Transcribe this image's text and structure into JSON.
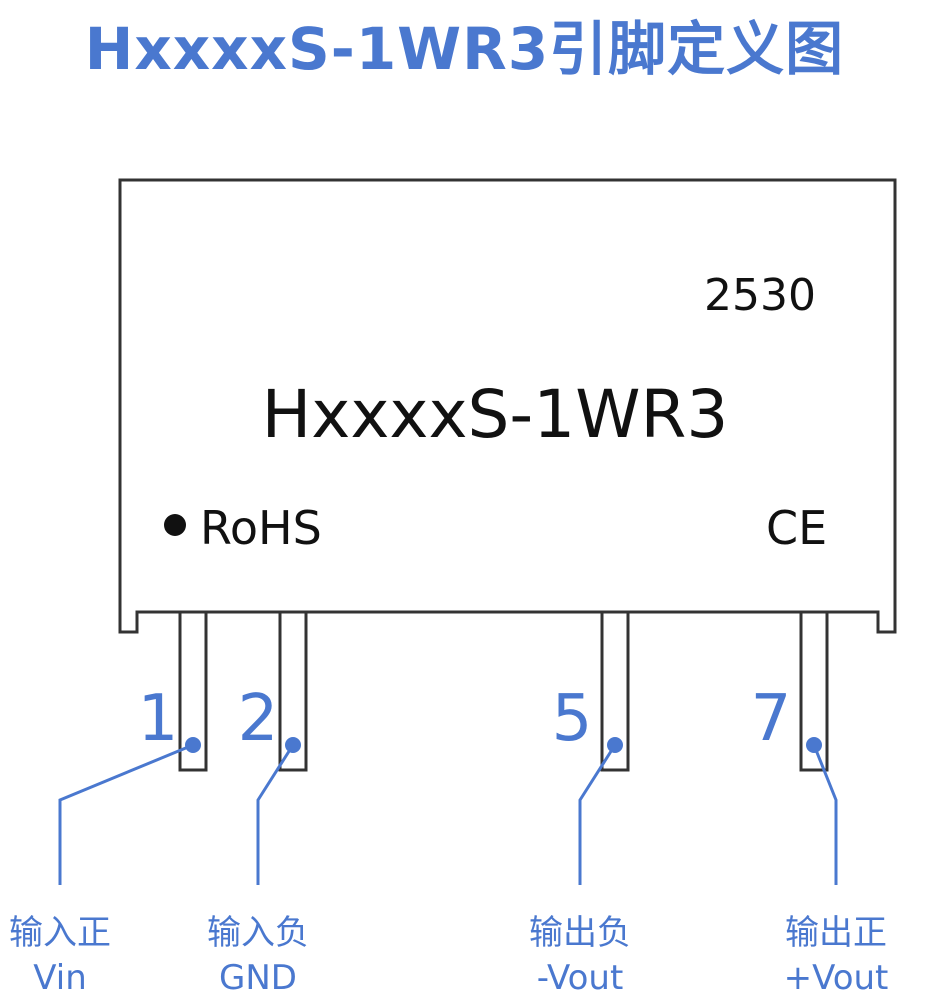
{
  "title": "HxxxxS-1WR3引脚定义图",
  "module": {
    "date_code": "2530",
    "model": "HxxxxS-1WR3",
    "rohs_label": "RoHS",
    "ce_label": "CE"
  },
  "pins": [
    {
      "number": "1",
      "name_cn": "输入正",
      "name_en": "Vin"
    },
    {
      "number": "2",
      "name_cn": "输入负",
      "name_en": "GND"
    },
    {
      "number": "5",
      "name_cn": "输出负",
      "name_en": "-Vout"
    },
    {
      "number": "7",
      "name_cn": "输出正",
      "name_en": "+Vout"
    }
  ],
  "colors": {
    "accent": "#4a78cf",
    "outline": "#333333",
    "text": "#111111"
  }
}
